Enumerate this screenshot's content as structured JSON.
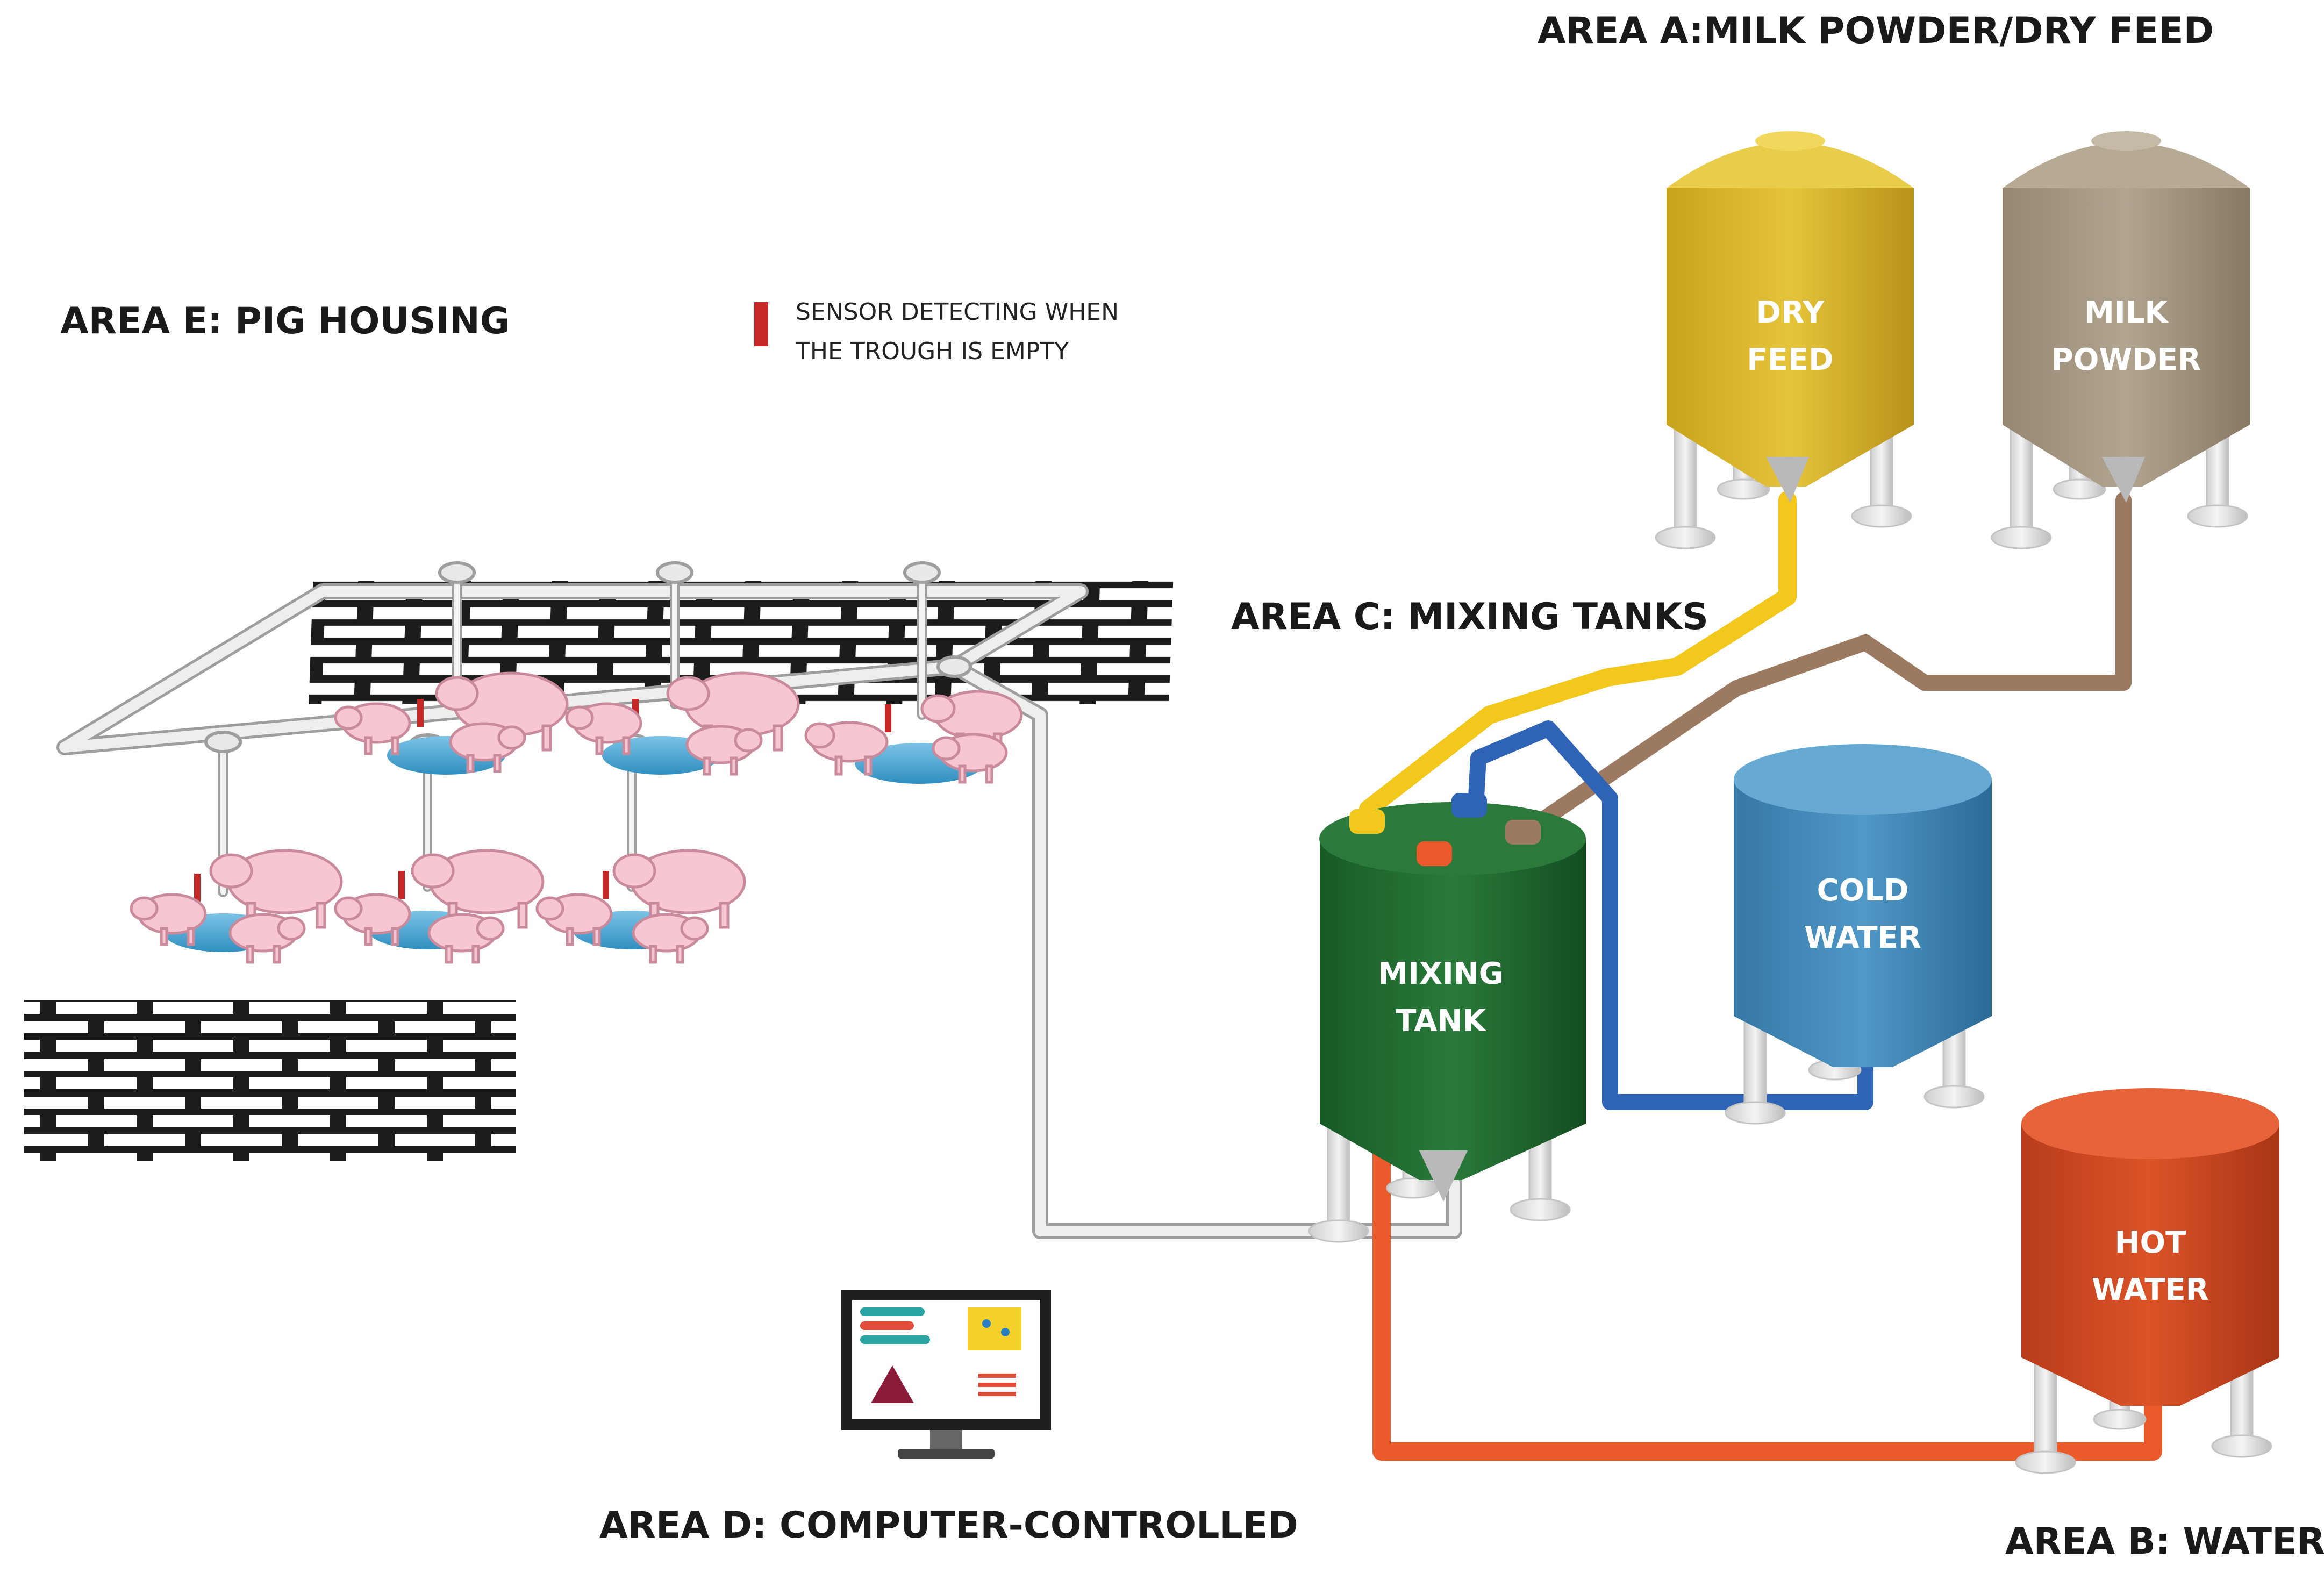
{
  "areas": {
    "a": "AREA A:MILK POWDER/DRY FEED",
    "b": "AREA B: WATER",
    "c": "AREA C: MIXING TANKS",
    "d": "AREA D: COMPUTER-CONTROLLED",
    "e": "AREA E: PIG HOUSING"
  },
  "legend": {
    "line1": "SENSOR DETECTING WHEN",
    "line2": "THE TROUGH IS EMPTY",
    "color": "#c62828"
  },
  "tanks": {
    "dry_feed": {
      "line1": "DRY",
      "line2": "FEED",
      "color": "#d9b52b"
    },
    "milk_powder": {
      "line1": "MILK",
      "line2": "POWDER",
      "color": "#a89a82"
    },
    "cold_water": {
      "line1": "COLD",
      "line2": "WATER",
      "color": "#3f88b8"
    },
    "hot_water": {
      "line1": "HOT",
      "line2": "WATER",
      "color": "#d0451f"
    },
    "mixing_tank": {
      "line1": "MIXING",
      "line2": "TANK",
      "color": "#1f6b30"
    }
  },
  "pipes": {
    "feed": "#f2c81d",
    "milk": "#9c7a62",
    "cold": "#2f63b5",
    "hot": "#ea5a2a",
    "distribution": "#e6e6e6"
  }
}
